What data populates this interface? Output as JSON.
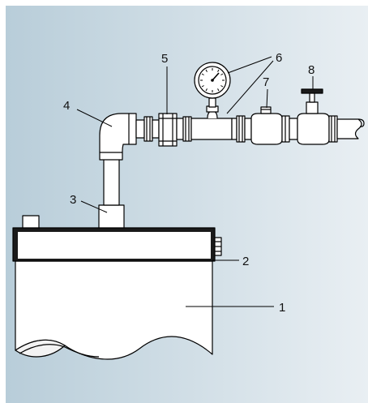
{
  "labels": {
    "l1": "1",
    "l2": "2",
    "l3": "3",
    "l4": "4",
    "l5": "5",
    "l6": "6",
    "l7": "7",
    "l8": "8"
  },
  "colors": {
    "background_left": "#b8cdd9",
    "background_right": "#e9eff3",
    "frame": "#ffffff",
    "outline": "#000000",
    "metal": "#ffffff",
    "tank_lid": "#1a1a1a"
  }
}
